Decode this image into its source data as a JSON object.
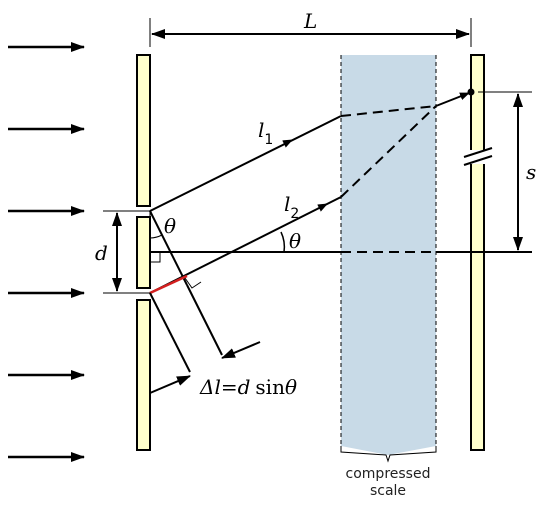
{
  "labels": {
    "L": "L",
    "s": "s",
    "d": "d",
    "theta": "θ",
    "l": "l",
    "one": "1",
    "two": "2",
    "delta_lhs": "Δl",
    "delta_eq": "=",
    "delta_d": "d",
    "delta_sin": "sin",
    "delta_theta": "θ",
    "compressed_line1": "compressed",
    "compressed_line2": "scale"
  },
  "colors": {
    "slit_fill": "#ffffcc",
    "slit_stroke": "#000000",
    "band_fill": "#c8dae7",
    "path_difference": "#d42020",
    "ink": "#000000"
  }
}
